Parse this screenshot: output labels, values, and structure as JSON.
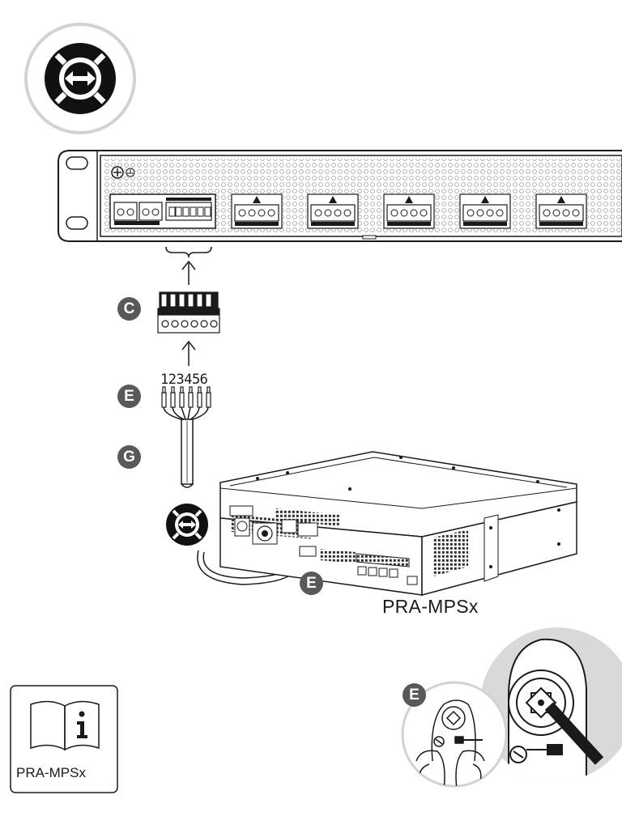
{
  "labels": {
    "device": "PRA-MPSx",
    "manual": "PRA-MPSx",
    "wire_numbers": "123456"
  },
  "badges": {
    "connector": "C",
    "wires": "E",
    "cable": "G",
    "device_port": "E",
    "crimp_tool": "E"
  },
  "icons": {
    "top_symbol": "interconnect-arrows-icon",
    "cable_symbol": "interconnect-arrows-icon",
    "manual": "manual-info-icon",
    "crimp": "crimping-tool-icon"
  },
  "colors": {
    "badge": "#595959",
    "line": "#1a1a1a",
    "panel_fill": "#ffffff",
    "zoom_circle": "#d9d9d9"
  }
}
